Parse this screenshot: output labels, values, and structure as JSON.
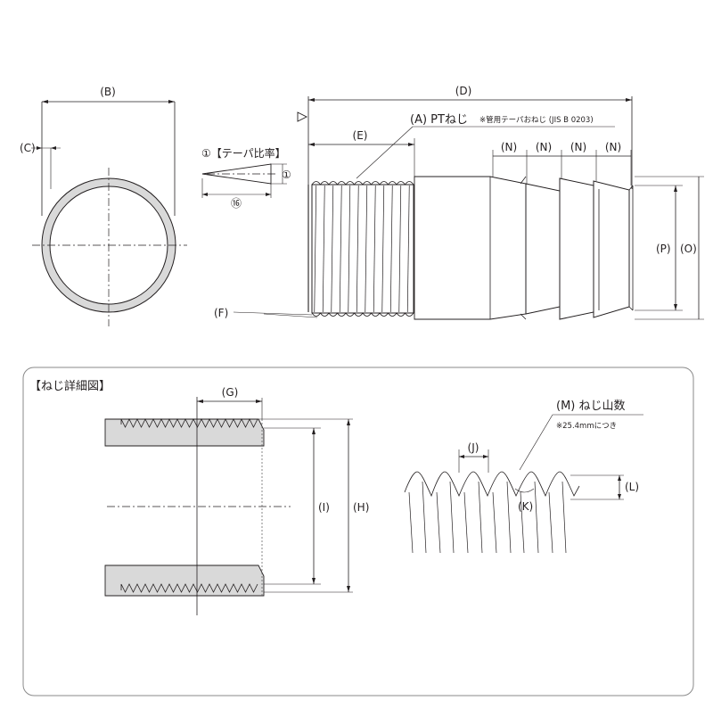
{
  "labels": {
    "B": "(B)",
    "C": "(C)",
    "D": "(D)",
    "E": "(E)",
    "F": "(F)",
    "A": "(A) PTねじ",
    "A_note": "※管用テーパおねじ (JIS B 0203)",
    "N": "(N)",
    "P": "(P)",
    "O": "(O)",
    "taper_title": "①【テーパ比率】",
    "taper_side": "①",
    "taper_base": "⑯",
    "detail_title": "【ねじ詳細図】",
    "G": "(G)",
    "I": "(I)",
    "H": "(H)",
    "J": "(J)",
    "K": "(K)",
    "L": "(L)",
    "M": "(M) ねじ山数",
    "M_note": "※25.4mmにつき"
  },
  "colors": {
    "line": "#231f20",
    "pipe_wall": "#d9d9d9",
    "frame": "#8a8a8a"
  }
}
